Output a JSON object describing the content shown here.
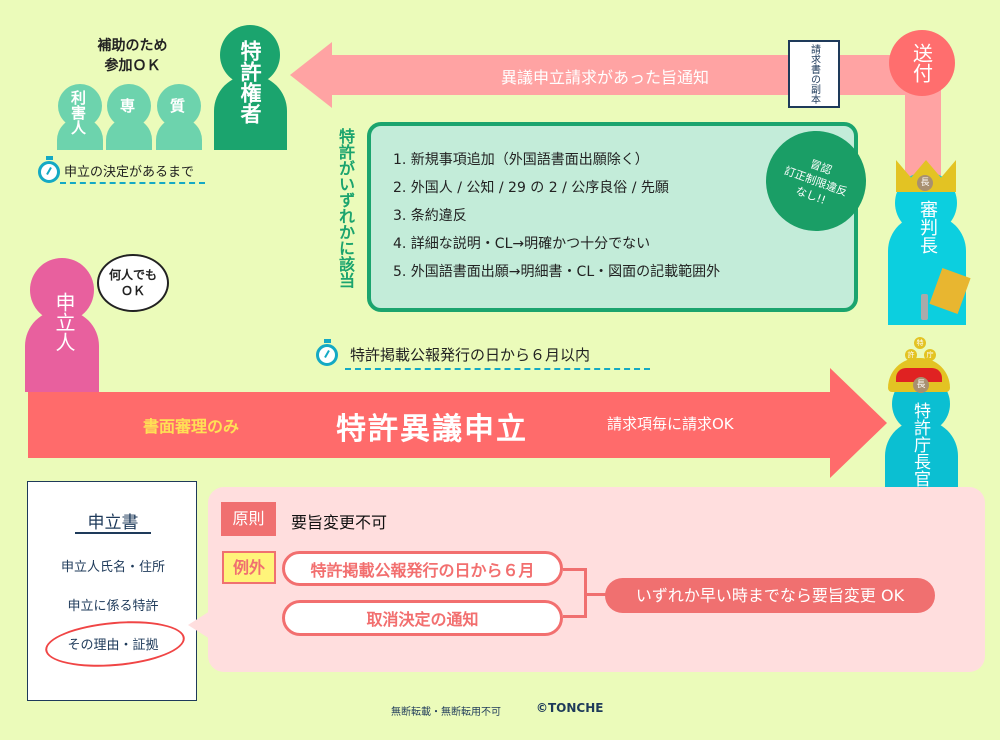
{
  "left_group": {
    "support_note": [
      "補助のため",
      "参加ＯＫ"
    ],
    "small_figures": [
      "利害人",
      "専",
      "質"
    ],
    "patentee": "特許権者",
    "deadline": "申立の決定があるまで"
  },
  "top_arrow": {
    "label": "異議申立請求があった旨通知"
  },
  "copy_box": "請求書の副本",
  "send": "送付",
  "condition_label": "特許がいずれかに該当",
  "conditions": [
    "1. 新規事項追加（外国語書面出願除く）",
    "2. 外国人 / 公知 / 29 の 2 / 公序良俗 / 先願",
    "3. 条約違反",
    "4. 詳細な説明・CL→明確かつ十分でない",
    "5. 外国語書面出願→明細書・CL・図面の記載範囲外"
  ],
  "badge": [
    "冒認",
    "訂正制限違反",
    "なし!!"
  ],
  "chief_judge": {
    "label": "審判長",
    "crown_mark": "長"
  },
  "commissioner": {
    "label": "特許庁長官",
    "crown_marks": [
      "特",
      "許",
      "庁",
      "長"
    ]
  },
  "applicant": {
    "label": "申立人",
    "speech": [
      "何人でも",
      "ＯＫ"
    ]
  },
  "period": "特許掲載公報発行の日から６月以内",
  "main_arrow": {
    "left": "書面審理のみ",
    "title": "特許異議申立",
    "right": "請求項毎に請求OK"
  },
  "document": {
    "title": "申立書",
    "items": [
      "申立人氏名・住所",
      "申立に係る特許",
      "その理由・証拠"
    ]
  },
  "rules": {
    "principle_tag": "原則",
    "principle": "要旨変更不可",
    "exception_tag": "例外",
    "exceptions": [
      "特許掲載公報発行の日から６月",
      "取消決定の通知"
    ],
    "result": "いずれか早い時までなら要旨変更 OK"
  },
  "footer": {
    "notice": "無断転載・無断転用不可",
    "copyright": "©TONCHE"
  },
  "colors": {
    "background": "#ebfbba",
    "arrow": "#ff6b6b",
    "green": "#1ba46e",
    "cyan": "#0ccfdf",
    "magenta": "#e8609e"
  }
}
